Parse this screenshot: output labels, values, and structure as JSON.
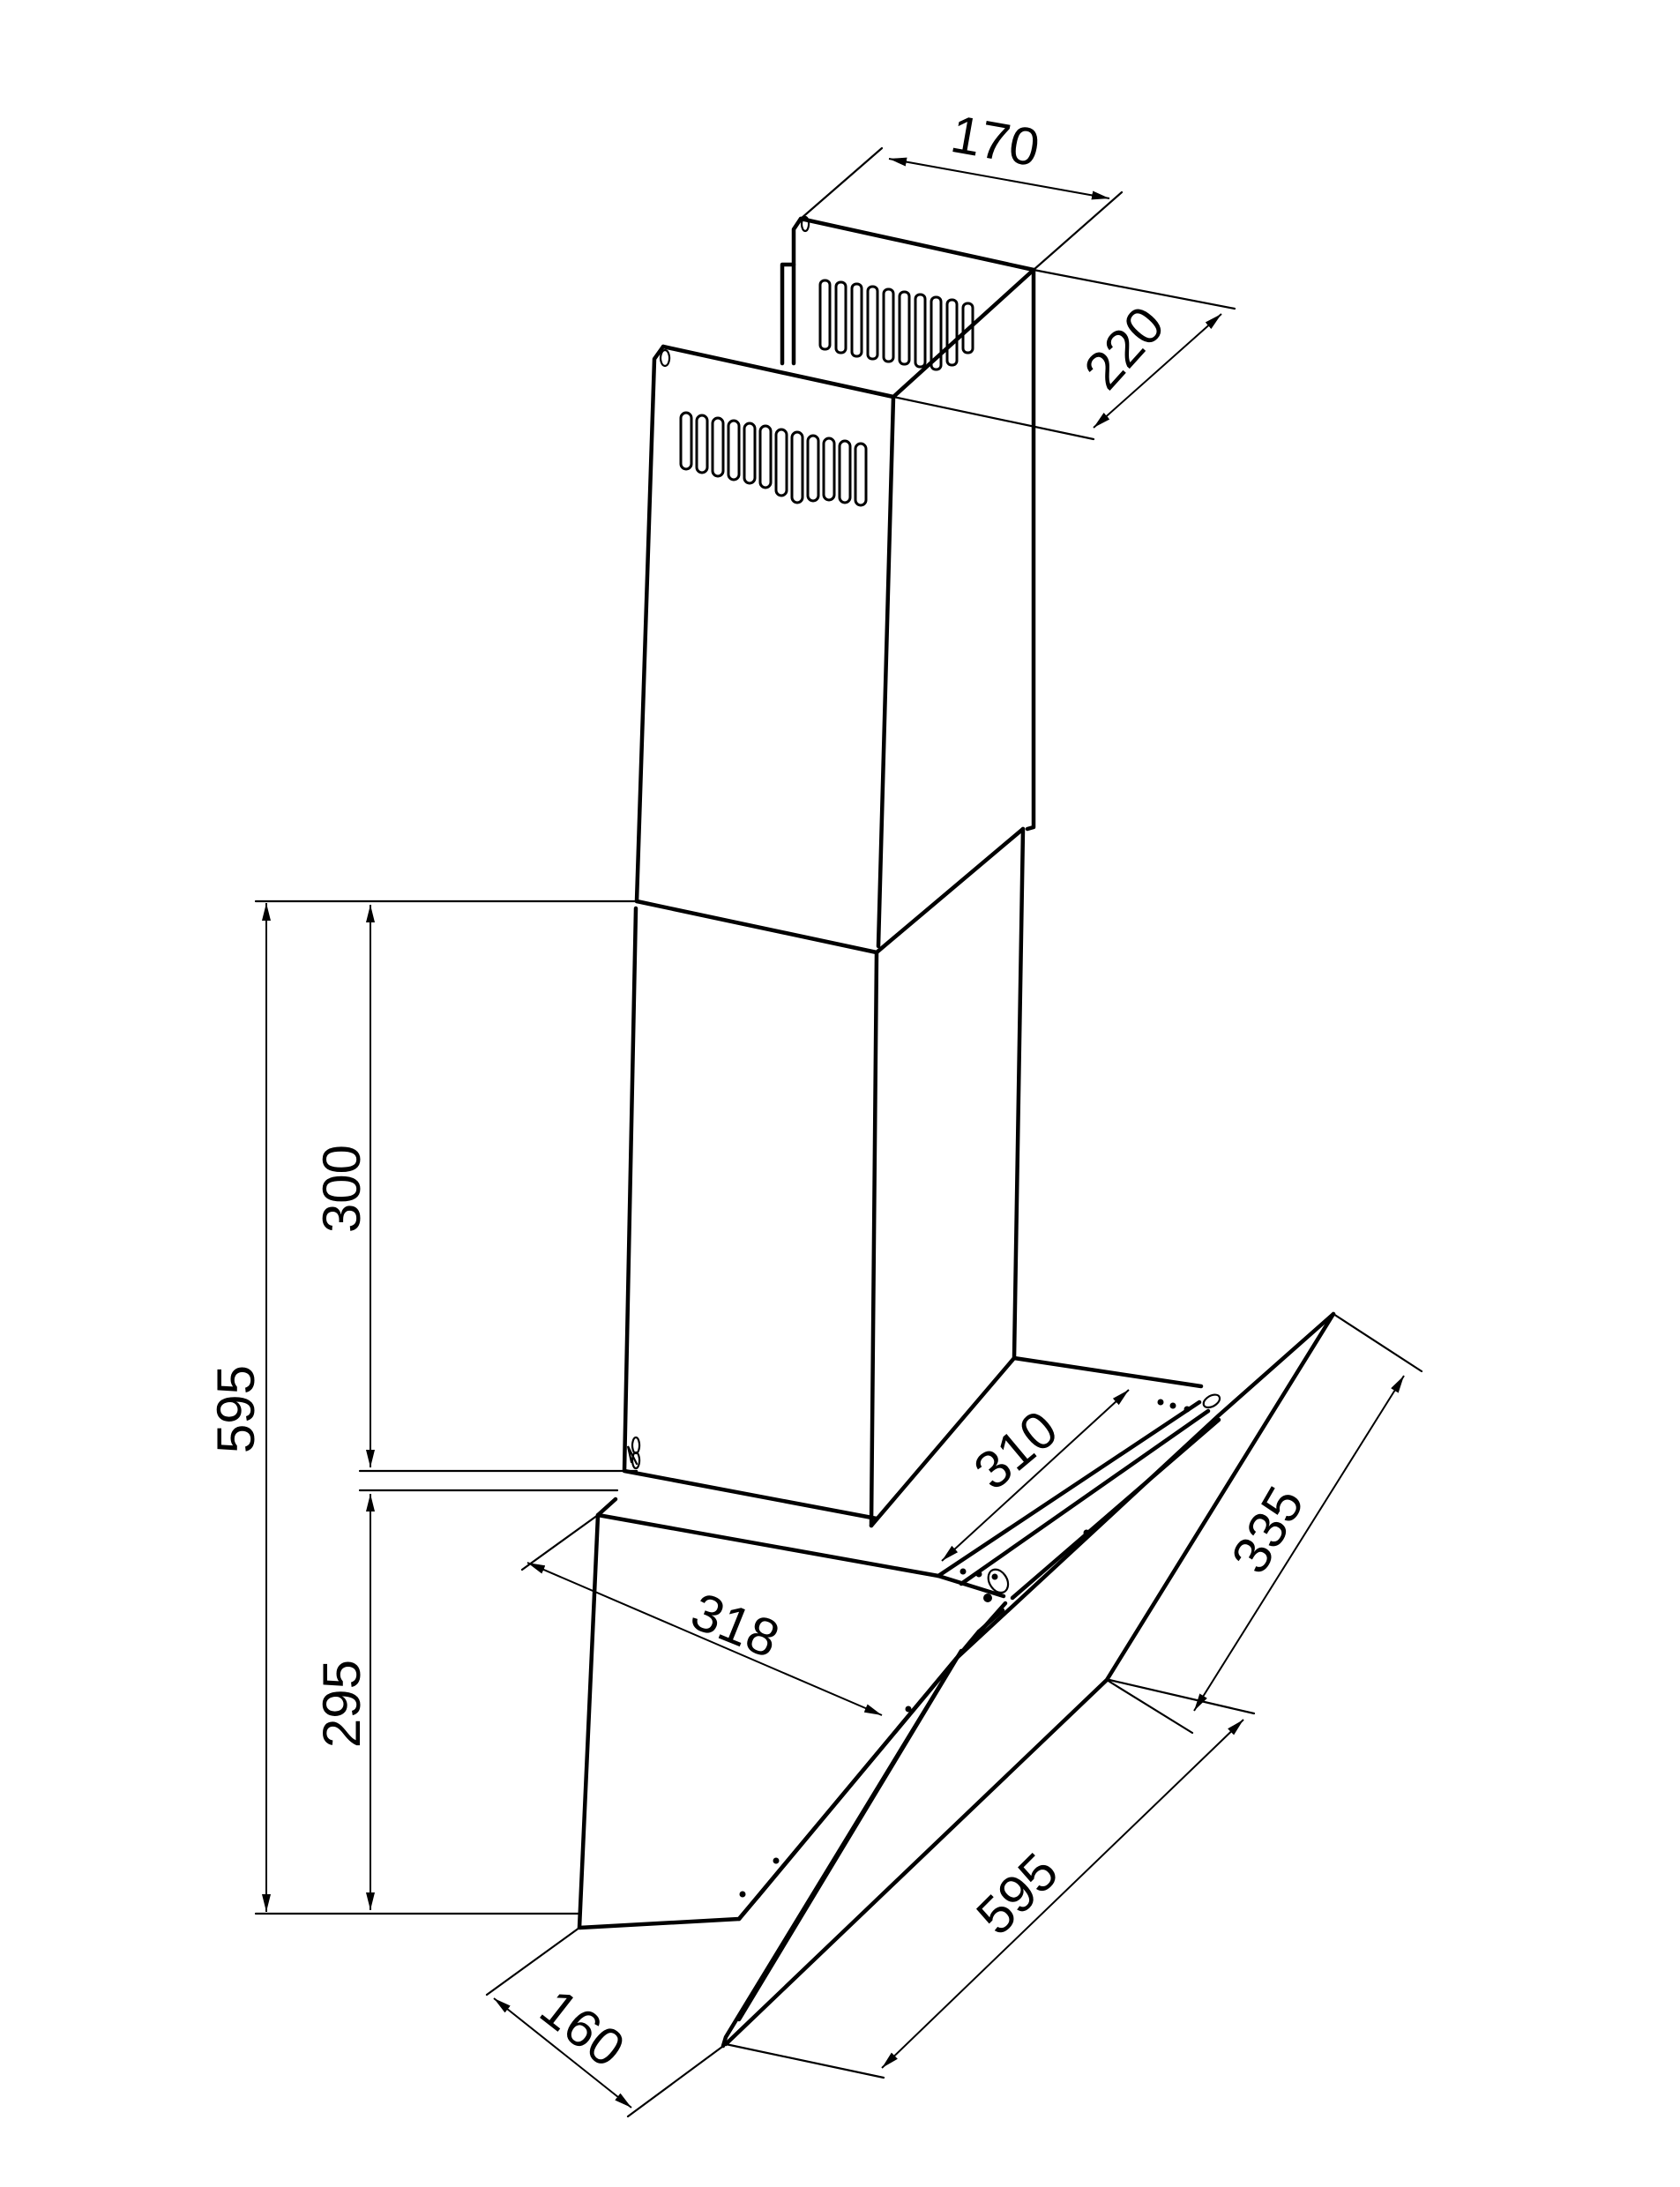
{
  "dimensions": {
    "top_width": "170",
    "top_depth": "220",
    "total_height": "595",
    "upper_chimney_height": "300",
    "hood_height": "295",
    "hood_depth": "310",
    "glass_depth": "318",
    "glass_height": "335",
    "hood_width": "595",
    "base_depth": "160"
  },
  "colors": {
    "line": "#000000",
    "background": "#ffffff"
  }
}
